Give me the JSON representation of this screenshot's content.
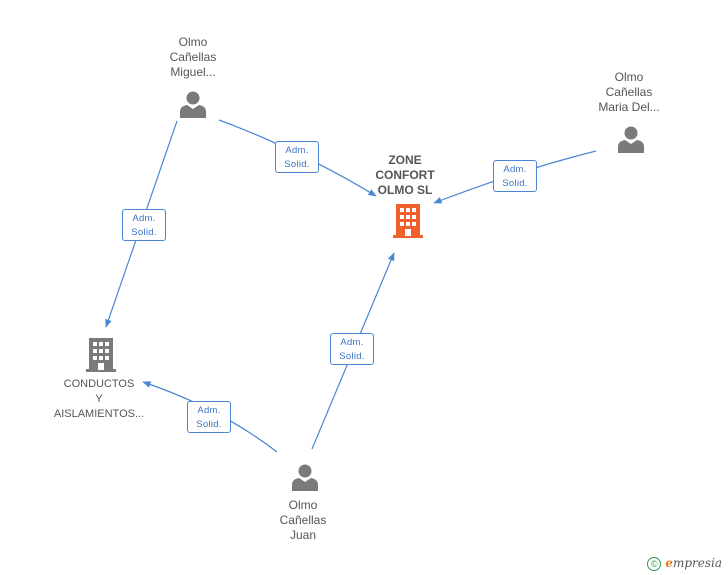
{
  "nodes": {
    "miguel": {
      "label": [
        "Olmo",
        "Cañellas",
        "Miguel..."
      ]
    },
    "maria": {
      "label": [
        "Olmo",
        "Cañellas",
        "Maria Del..."
      ]
    },
    "juan": {
      "label": [
        "Olmo",
        "Cañellas",
        "Juan"
      ]
    },
    "zone_confort": {
      "label": [
        "ZONE",
        "CONFORT",
        "OLMO SL"
      ]
    },
    "conductos": {
      "label": [
        "CONDUCTOS",
        "Y",
        "AISLAMIENTOS..."
      ]
    }
  },
  "edges": [
    {
      "from": "miguel",
      "to": "zone_confort",
      "role": [
        "Adm.",
        "Solid."
      ]
    },
    {
      "from": "miguel",
      "to": "conductos",
      "role": [
        "Adm.",
        "Solid."
      ]
    },
    {
      "from": "maria",
      "to": "zone_confort",
      "role": [
        "Adm.",
        "Solid."
      ]
    },
    {
      "from": "juan",
      "to": "zone_confort",
      "role": [
        "Adm.",
        "Solid."
      ]
    },
    {
      "from": "juan",
      "to": "conductos",
      "role": [
        "Adm.",
        "Solid."
      ]
    }
  ],
  "colors": {
    "edge": "#4a86d4",
    "person_icon": "#7a7a7a",
    "main_company_icon": "#f0602a",
    "company_icon": "#7a7a7a"
  },
  "footer": {
    "symbol": "©",
    "brand_initial": "e",
    "brand_rest": "mpresia"
  }
}
